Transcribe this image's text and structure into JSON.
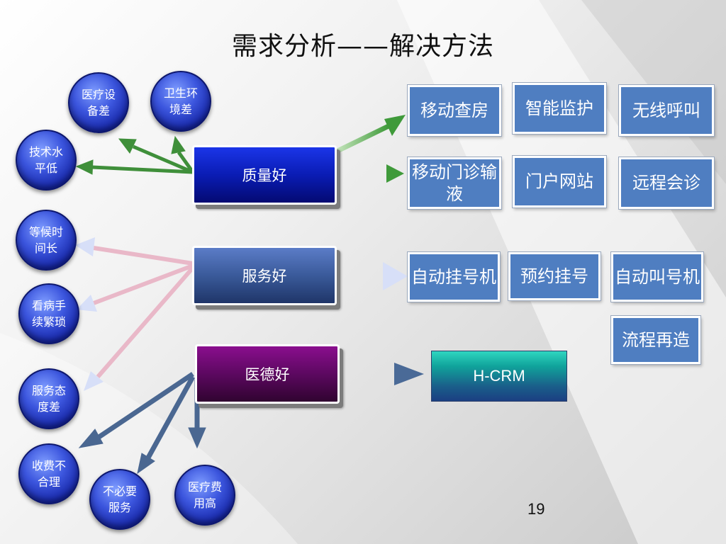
{
  "slide": {
    "title": "需求分析——解决方法",
    "page_number": "19"
  },
  "problems": {
    "medical_equipment": "医疗设备差",
    "sanitation": "卫生环境差",
    "tech_level": "技术水平低",
    "long_wait": "等候时间长",
    "complex_procedures": "看病手续繁琐",
    "poor_attitude": "服务态度差",
    "unreasonable_fees": "收费不合理",
    "unnecessary_services": "不必要服务",
    "high_costs": "医疗费用高"
  },
  "goals": {
    "quality": "质量好",
    "service": "服务好",
    "ethics": "医德好"
  },
  "solutions": {
    "mobile_rounds": "移动查房",
    "smart_monitoring": "智能监护",
    "wireless_call": "无线呼叫",
    "mobile_outpatient": "移动门诊输液",
    "portal": "门户网站",
    "telemedicine": "远程会诊",
    "auto_register": "自动挂号机",
    "appointment": "预约挂号",
    "auto_call": "自动叫号机",
    "process_reengineering": "流程再造",
    "crm": "H-CRM"
  }
}
